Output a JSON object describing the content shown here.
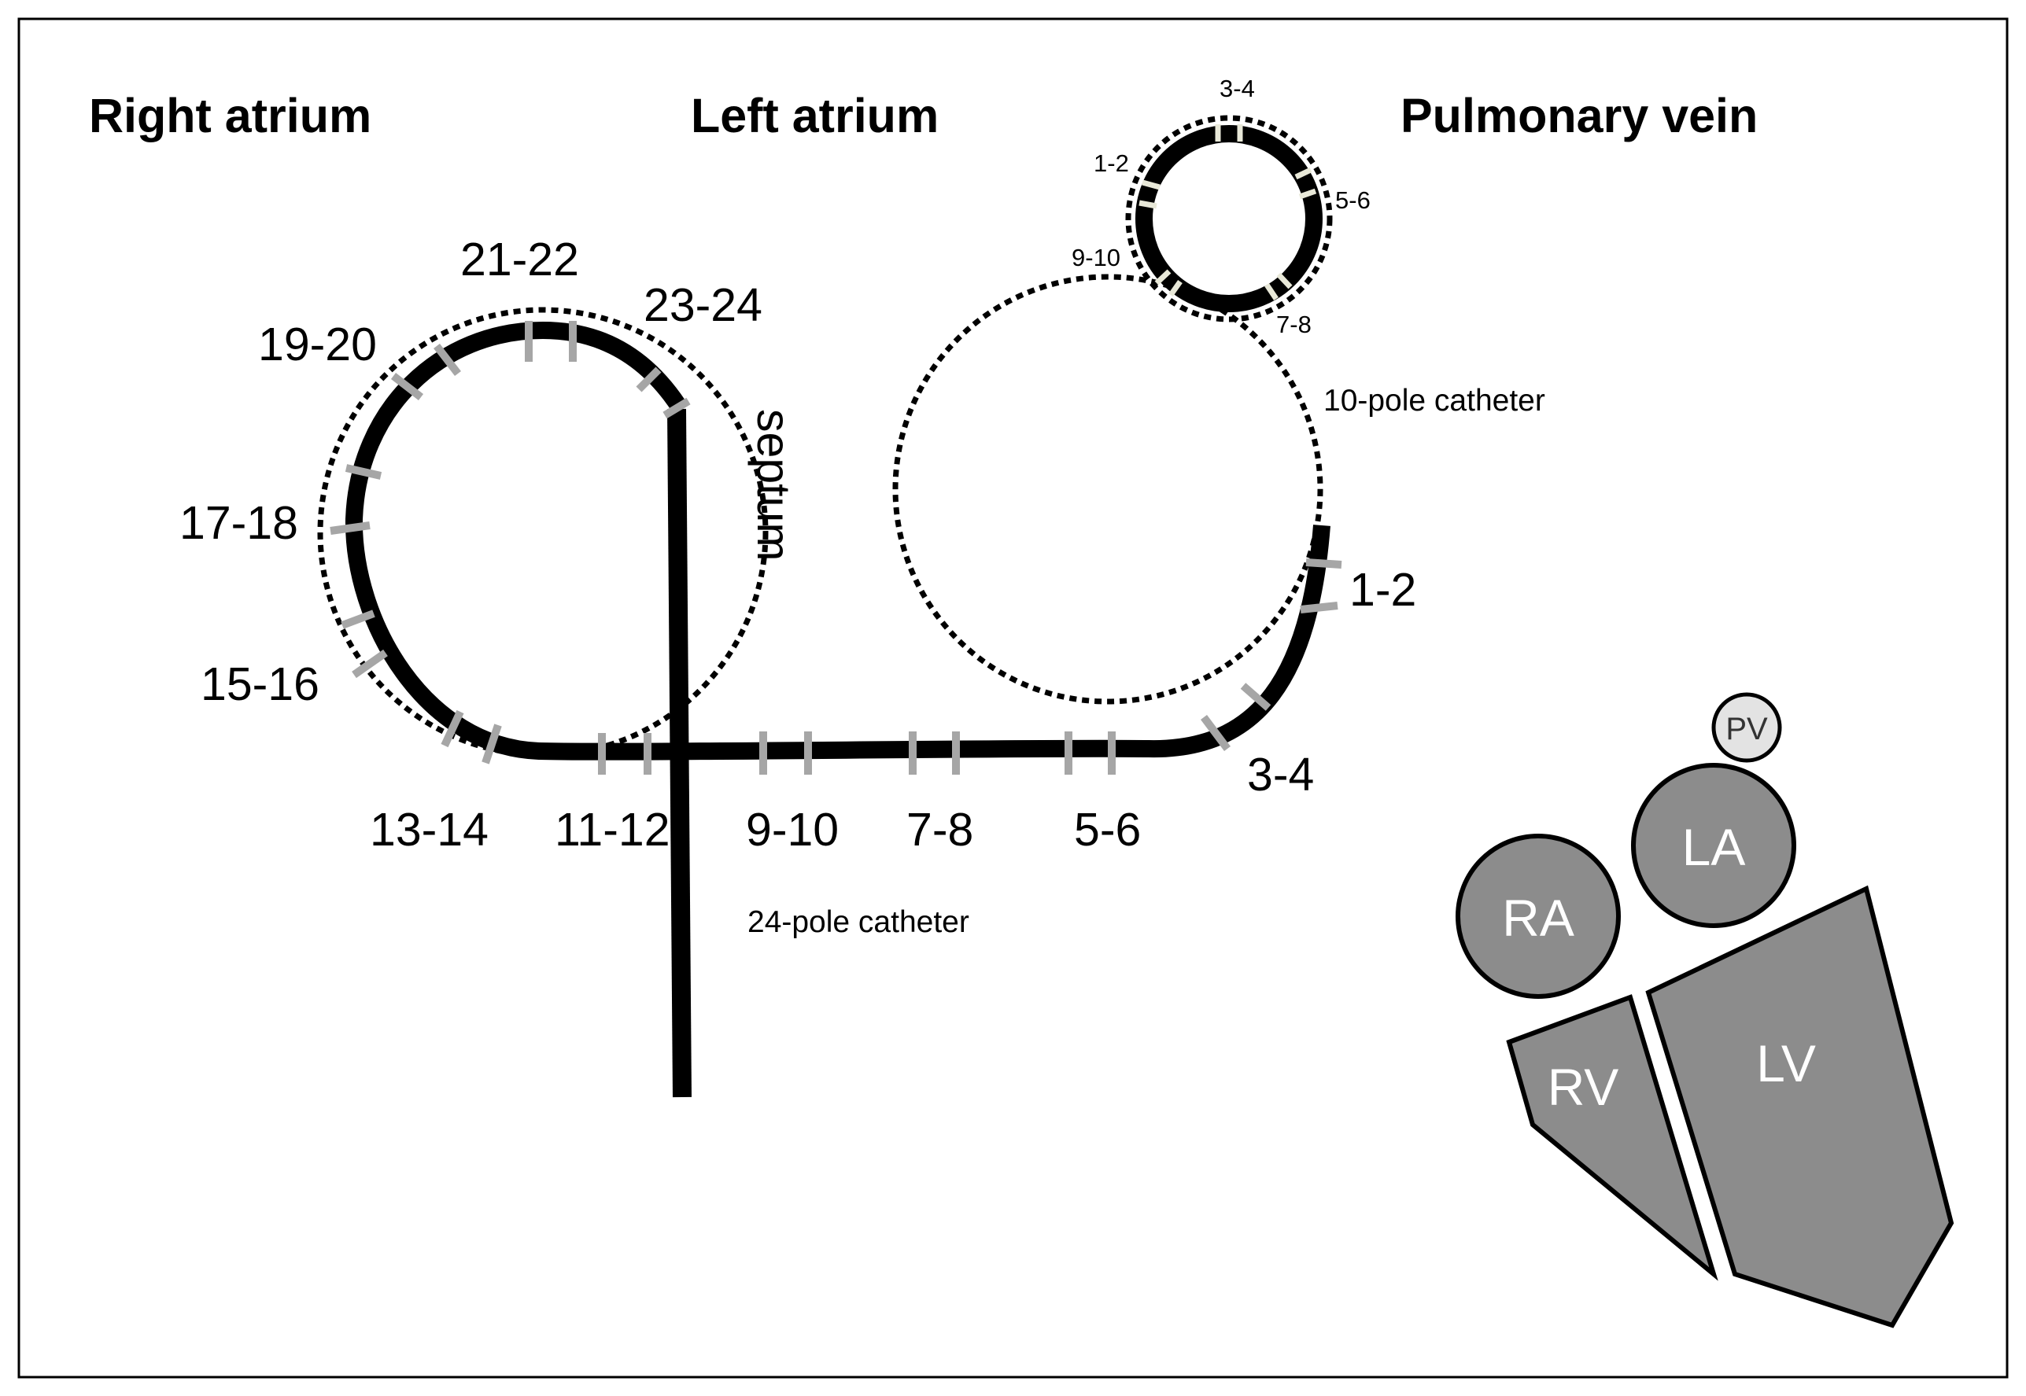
{
  "headings": {
    "right_atrium": "Right  atrium",
    "left_atrium": "Left  atrium",
    "pulmonary_vein": "Pulmonary vein"
  },
  "septum": "septum",
  "catheter24": {
    "label": "24-pole catheter",
    "electrodes": [
      "1-2",
      "3-4",
      "5-6",
      "7-8",
      "9-10",
      "11-12",
      "13-14",
      "15-16",
      "17-18",
      "19-20",
      "21-22",
      "23-24"
    ]
  },
  "catheter10": {
    "label": "10-pole catheter",
    "electrodes": [
      "1-2",
      "3-4",
      "5-6",
      "7-8",
      "9-10"
    ]
  },
  "heart": {
    "ra": "RA",
    "la": "LA",
    "rv": "RV",
    "lv": "LV",
    "pv": "PV"
  },
  "colors": {
    "chamber_fill": "#8c8c8c",
    "pv_fill": "#e3e3e3",
    "electrode_gray": "#a6a6a6",
    "electrode_light": "#e8e8d8",
    "line": "#000000"
  }
}
